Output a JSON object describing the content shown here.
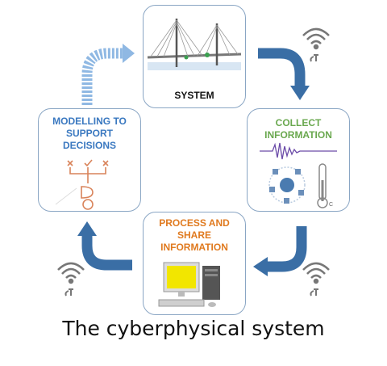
{
  "nodes": {
    "system": "SYSTEM",
    "collect": "COLLECT INFORMATION",
    "process": "PROCESS AND SHARE INFORMATION",
    "modelling": "MODELLING TO SUPPORT DECISIONS"
  },
  "caption": "The cyberphysical system",
  "colors": {
    "box_border": "#8aa6c4",
    "arrow": "#3a6ea5",
    "arrow_dashed": "#8fb8e3",
    "modelling_text": "#3a78c0",
    "collect_text": "#6aa84f",
    "process_text": "#e07a1f",
    "system_text": "#111111"
  },
  "icons": [
    "bridge-icon",
    "seismograph-icon",
    "iot-cloud-icon",
    "thermometer-icon",
    "computer-icon",
    "decision-tree-icon",
    "wireless-signal-icon"
  ]
}
